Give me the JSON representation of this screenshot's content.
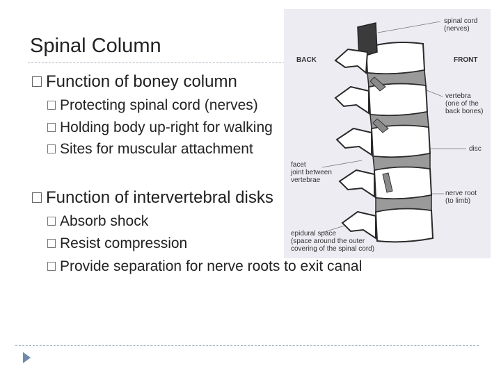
{
  "slide": {
    "title": "Spinal Column",
    "bullets": [
      {
        "text": "Function of boney column",
        "sub": [
          "Protecting spinal cord (nerves)",
          "Holding body up-right for walking",
          "Sites for muscular attachment"
        ]
      },
      {
        "text": "Function of intervertebral disks",
        "sub": [
          "Absorb shock",
          "Resist compression",
          "Provide separation for nerve roots to exit canal"
        ]
      }
    ]
  },
  "figure": {
    "back_label": "BACK",
    "front_label": "FRONT",
    "spinal_cord": [
      "spinal cord",
      "(nerves)"
    ],
    "vertebra": [
      "vertebra",
      "(one of the",
      "back bones)"
    ],
    "disc": "disc",
    "facet": [
      "facet",
      "joint between",
      "vertebrae"
    ],
    "nerve_root": [
      "nerve root",
      "(to limb)"
    ],
    "epidural": [
      "epidural space",
      "(space around the outer",
      "covering of the spinal cord)"
    ]
  },
  "colors": {
    "rule": "#a9b6c2",
    "nav_arrow": "#6e8aa8",
    "figure_bg": "#ececf2"
  }
}
